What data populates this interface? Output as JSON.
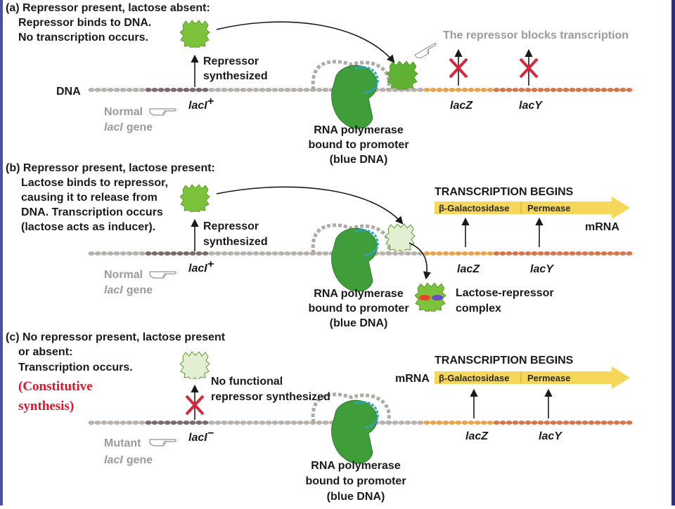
{
  "panel_a": {
    "heading_1": "(a) Repressor present, lactose absent:",
    "heading_2": "Repressor binds to DNA.",
    "heading_3": "No transcription occurs.",
    "repressor_synth_1": "Repressor",
    "repressor_synth_2": "synthesized",
    "dna_label": "DNA",
    "blocks_text": "The repressor blocks transcription",
    "normal_1": "Normal",
    "normal_2a": "lacI",
    "normal_2b": "gene",
    "laci": "lacI",
    "laci_sup": "+",
    "lacz": "lacZ",
    "lacy": "lacY",
    "rnap_1": "RNA polymerase",
    "rnap_2": "bound to promoter",
    "rnap_3": "(blue DNA)"
  },
  "panel_b": {
    "heading_1": "(b) Repressor present, lactose present:",
    "heading_2": "Lactose binds to repressor,",
    "heading_3": "causing it to release from",
    "heading_4": "DNA. Transcription occurs",
    "heading_5": "(lactose acts as inducer).",
    "repressor_synth_1": "Repressor",
    "repressor_synth_2": "synthesized",
    "begins": "TRANSCRIPTION BEGINS",
    "enzyme_1": "β-Galactosidase",
    "enzyme_2": "Permease",
    "mrna": "mRNA",
    "normal_1": "Normal",
    "normal_2a": "lacI",
    "normal_2b": "gene",
    "laci": "lacI",
    "laci_sup": "+",
    "lacz": "lacZ",
    "lacy": "lacY",
    "complex_1": "Lactose-repressor",
    "complex_2": "complex",
    "rnap_1": "RNA polymerase",
    "rnap_2": "bound to promoter",
    "rnap_3": "(blue DNA)"
  },
  "panel_c": {
    "heading_1": "(c) No repressor present, lactose present",
    "heading_2": "or absent:",
    "heading_3": "Transcription occurs.",
    "red_1": "(Constitutive",
    "red_2": "synthesis)",
    "nofunc_1": "No functional",
    "nofunc_2": "repressor synthesized",
    "begins": "TRANSCRIPTION BEGINS",
    "mrna": "mRNA",
    "enzyme_1": "β-Galactosidase",
    "enzyme_2": "Permease",
    "mutant_1": "Mutant",
    "mutant_2a": "lacI",
    "mutant_2b": "gene",
    "laci": "lacI",
    "laci_sup": "−",
    "lacz": "lacZ",
    "lacy": "lacY",
    "rnap_1": "RNA polymerase",
    "rnap_2": "bound to promoter",
    "rnap_3": "(blue DNA)"
  },
  "colors": {
    "repressor": "#7cc23a",
    "polymerase": "#3f9e3a",
    "promoter": "#2ba3d6",
    "dna_grey": "#b0aaa6",
    "dna_dark": "#6f5a5c",
    "operon": "#e39a3a",
    "mrna_arrow": "#f6d75a",
    "block_x": "#d8263e",
    "red_note": "#e8102a"
  }
}
